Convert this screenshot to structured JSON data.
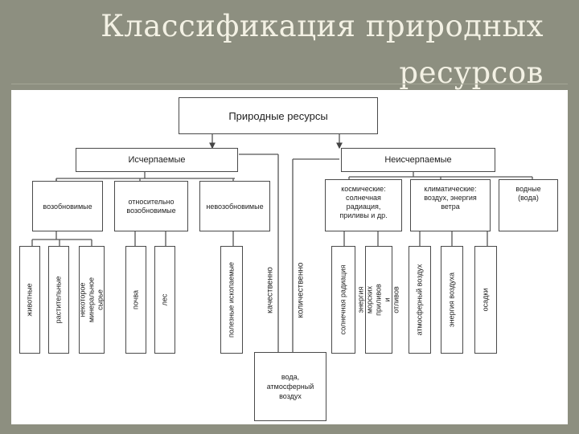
{
  "slide": {
    "title_line1": "Классификация природных",
    "title_line2": "ресурсов"
  },
  "diagram": {
    "root": "Природные ресурсы",
    "exhaustible": "Исчерпаемые",
    "inexhaustible": "Неисчерпаемые",
    "renewable": "возобновимые",
    "relatively_renewable": "относительно\nвозобновимые",
    "nonrenewable": "невозобновимые",
    "cosmic": "космические:\nсолнечная\nрадиация,\nприливы и др.",
    "climatic": "климатические:\nвоздух, энергия\nветра",
    "water": "водные\n(вода)",
    "animals": "животные",
    "plants": "растительные",
    "some_mineral": "некоторое\nминеральное сырье",
    "soil": "почва",
    "forest": "лес",
    "minerals": "полезные ископаемые",
    "qualitatively": "качественно",
    "quantitatively": "количественно",
    "water_air": "вода,\nатмосферный\nвоздух",
    "solar_radiation": "солнечная радиация",
    "tidal_energy": "энергия морских\nприливов и отливов",
    "atmospheric_air": "атмосферный воздух",
    "air_energy": "энергия воздуха",
    "precipitation": "осадки"
  }
}
